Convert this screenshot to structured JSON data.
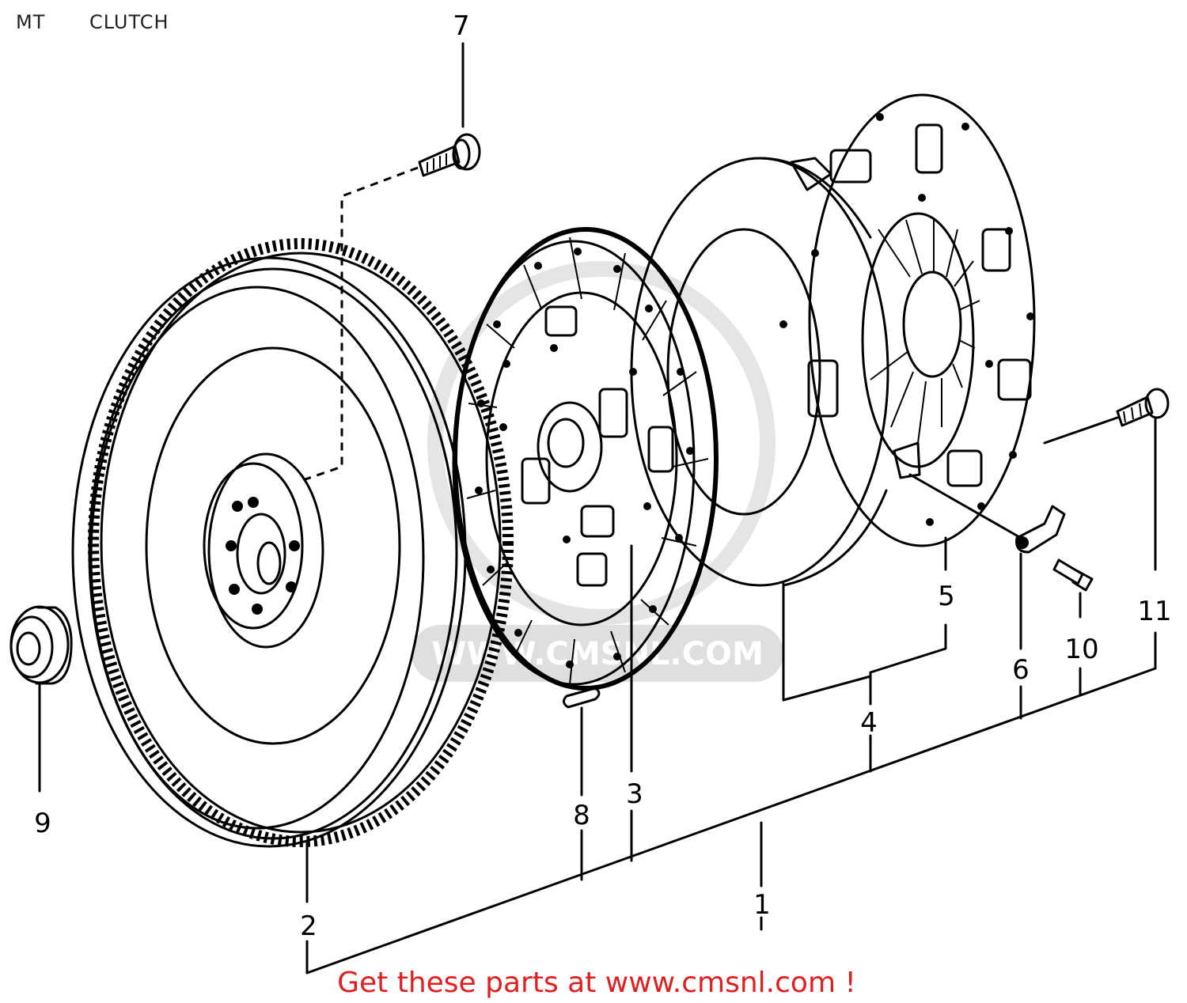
{
  "header": {
    "code": "MT",
    "name": "CLUTCH"
  },
  "watermark": {
    "text": "WWW.CMSNL.COM",
    "color": "#d9d9d9"
  },
  "footer": {
    "text": "Get these parts at www.cmsnl.com !",
    "color": "#e02020"
  },
  "callouts": [
    "1",
    "2",
    "3",
    "4",
    "5",
    "6",
    "7",
    "8",
    "9",
    "10",
    "11"
  ]
}
